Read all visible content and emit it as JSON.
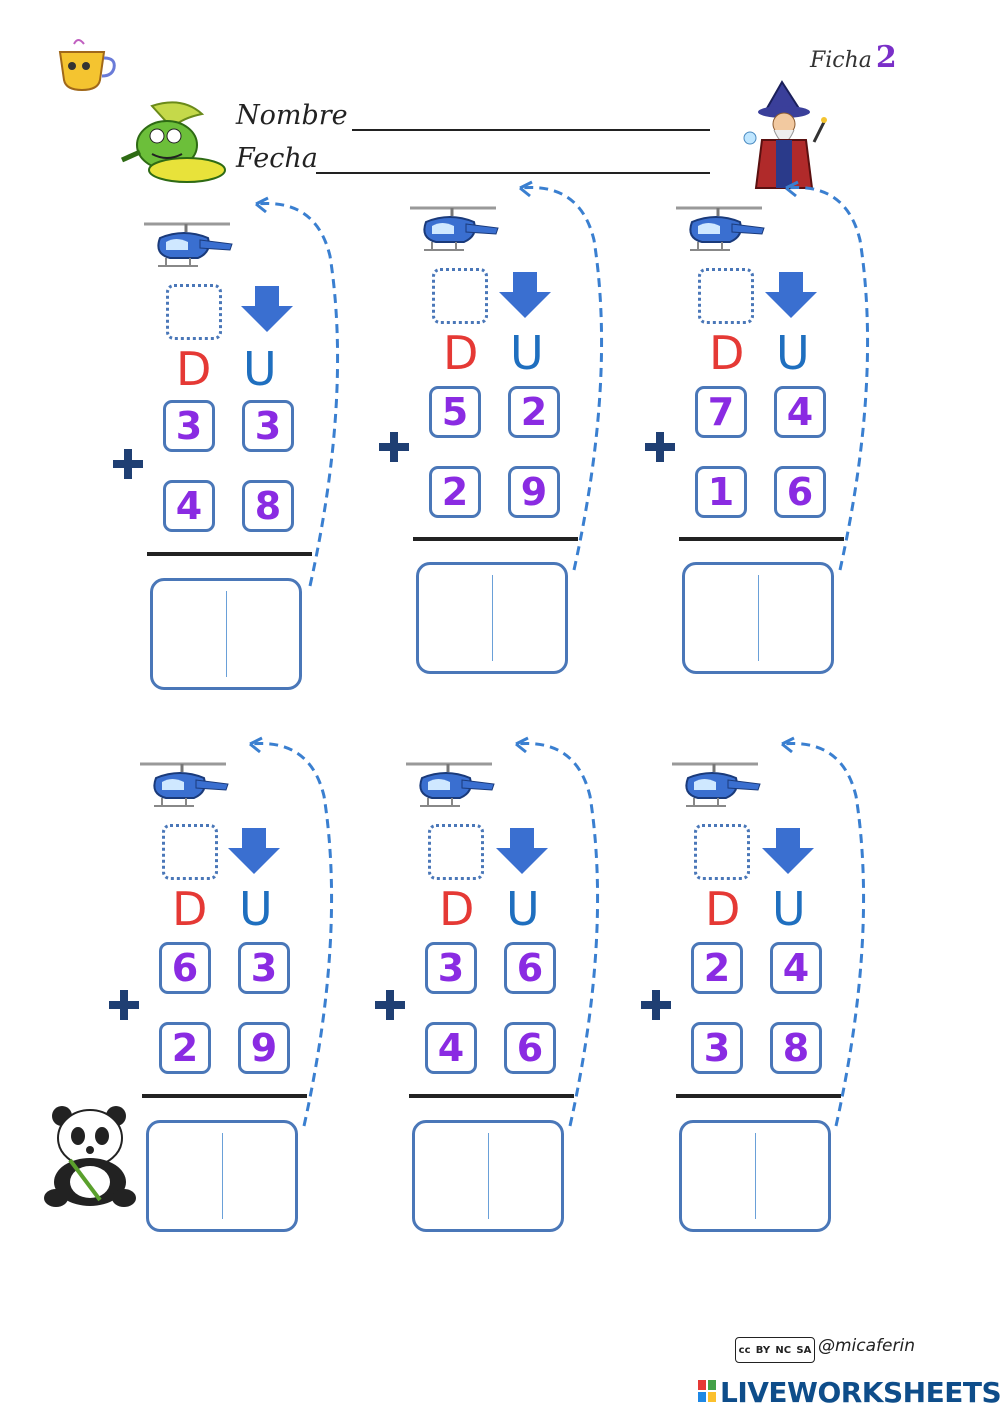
{
  "header": {
    "ficha_label": "Ficha",
    "ficha_number": "2",
    "name_label": "Nombre",
    "date_label": "Fecha"
  },
  "column_labels": {
    "tens": "D",
    "units": "U"
  },
  "problems": [
    {
      "tens_top": "3",
      "units_top": "3",
      "tens_bottom": "4",
      "units_bottom": "8"
    },
    {
      "tens_top": "5",
      "units_top": "2",
      "tens_bottom": "2",
      "units_bottom": "9"
    },
    {
      "tens_top": "7",
      "units_top": "4",
      "tens_bottom": "1",
      "units_bottom": "6"
    },
    {
      "tens_top": "6",
      "units_top": "3",
      "tens_bottom": "2",
      "units_bottom": "9"
    },
    {
      "tens_top": "3",
      "units_top": "6",
      "tens_bottom": "4",
      "units_bottom": "6"
    },
    {
      "tens_top": "2",
      "units_top": "4",
      "tens_bottom": "3",
      "units_bottom": "8"
    }
  ],
  "footer": {
    "license_badge": [
      "cc",
      "BY",
      "NC",
      "SA"
    ],
    "author": "@micaferin",
    "brand": "LIVEWORKSHEETS"
  },
  "colors": {
    "box_border": "#4a77b8",
    "digit": "#8a2be2",
    "tens_label": "#e53935",
    "units_label": "#1f6fbf",
    "plus": "#1f3f73"
  }
}
